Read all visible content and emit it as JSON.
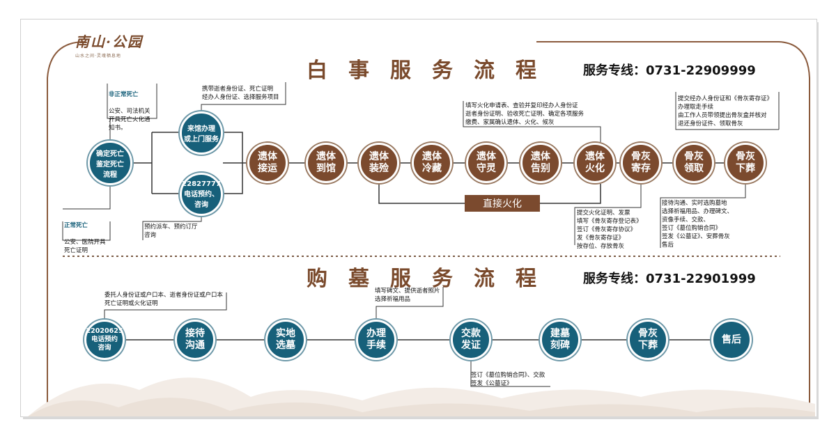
{
  "logo": {
    "name": "南山·公园",
    "tagline": "山水之间·灵魂栖息地"
  },
  "section1": {
    "title": "白事服务流程",
    "hotline": "服务专线：0731-22909999",
    "start_nodes": {
      "confirm": "确定死亡\n鉴定死亡\n流程",
      "arrive": "来馆办理\n或上门服务",
      "phone": "22827777\n电话预约、\n咨询"
    },
    "notes": {
      "abnormal_head": "非正常死亡",
      "abnormal_body": "公安、司法机关\n开具死亡火化通\n知书。",
      "normal_head": "正常死亡",
      "normal_body": "公安、医院开具\n死亡证明",
      "bring_docs": "携带逝者身份证、死亡证明\n经办人身份证、选择服务项目",
      "book_car": "预约派车、预约订厅\n咨询",
      "cremation_form": "填写火化申请表、查验并复印经办人身份证\n逝者身份证明、验收死亡证明、确定各项服务\n缴费、家属确认遗体、火化、候灰",
      "after_cremation": "提交火化证明、发票\n填写《骨灰寄存登记表》\n签订《骨灰寄存协议》\n发《骨灰寄存证》\n按存位、存放骨灰",
      "retrieve": "提交经办人身份证和《骨灰寄存证》\n办理取走手续\n由工作人员带领提出骨灰盒并核对\n退还身份证件、领取骨灰",
      "burial": "接待沟通、实时选购墓地\n选择祈福用品、办理碑文、\n资像手续、交款、\n签订《墓位购销合同》\n签发《公墓证》、安葬骨灰\n售后"
    },
    "steps": [
      "遗体\n接运",
      "遗体\n到馆",
      "遗体\n装殓",
      "遗体\n冷藏",
      "遗体\n守灵",
      "遗体\n告别",
      "遗体\n火化",
      "骨灰\n寄存",
      "骨灰\n领取",
      "骨灰\n下葬"
    ],
    "direct_label": "直接火化"
  },
  "section2": {
    "title": "购墓服务流程",
    "hotline": "服务专线：0731-22901999",
    "notes": {
      "entrust": "委托人身份证或户口本、逝者身份证或户口本\n死亡证明或火化证明",
      "inscription": "填写碑文、提供逝者照片\n选择祈福用品",
      "contract": "签订《墓位购销合同》、交款\n签发《公墓证》"
    },
    "steps": [
      "22020625\n电话预约\n咨询",
      "接待\n沟通",
      "实地\n选墓",
      "办理\n手续",
      "交款\n发证",
      "建墓\n刻碑",
      "骨灰\n下葬",
      "售后"
    ]
  },
  "colors": {
    "brown": "#7b4a2e",
    "blue": "#17607a",
    "title": "#7a4a2c"
  }
}
